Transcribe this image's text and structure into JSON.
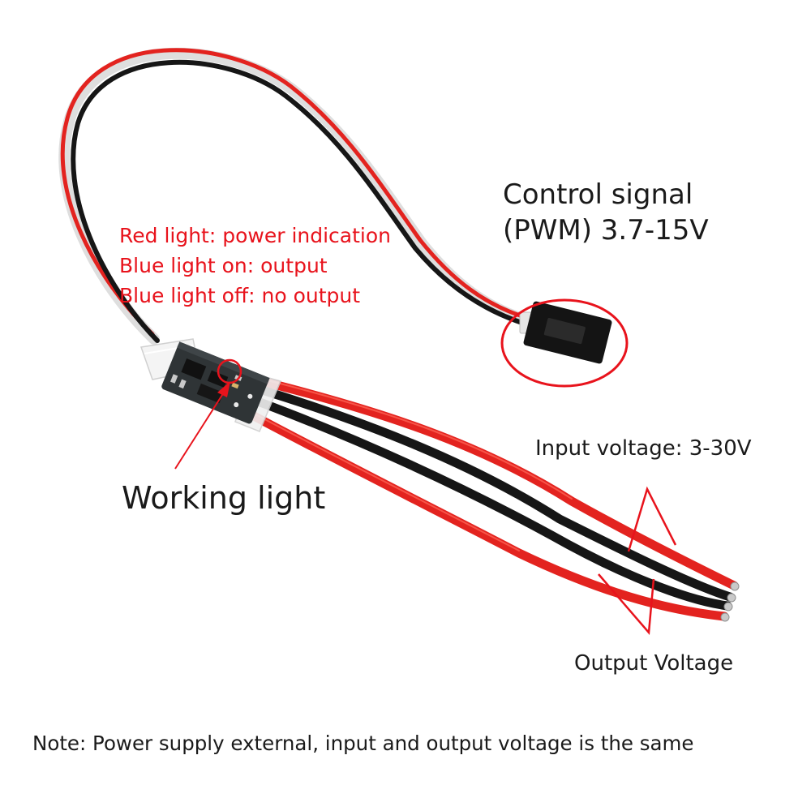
{
  "labels": {
    "control_signal_line1": "Control signal",
    "control_signal_line2": "(PWM) 3.7-15V",
    "red_light": "Red light: power indication",
    "blue_light_on": "Blue light on: output",
    "blue_light_off": "Blue light off: no output",
    "working_light": "Working light",
    "input_voltage": "Input voltage: 3-30V",
    "output_voltage": "Output Voltage",
    "note": "Note: Power supply external, input and output voltage is the same"
  },
  "colors": {
    "annotation_red": "#e8131c",
    "wire_red": "#e3231f",
    "wire_black": "#161616",
    "pcb": "#2f3436",
    "text": "#1a1a1a"
  }
}
